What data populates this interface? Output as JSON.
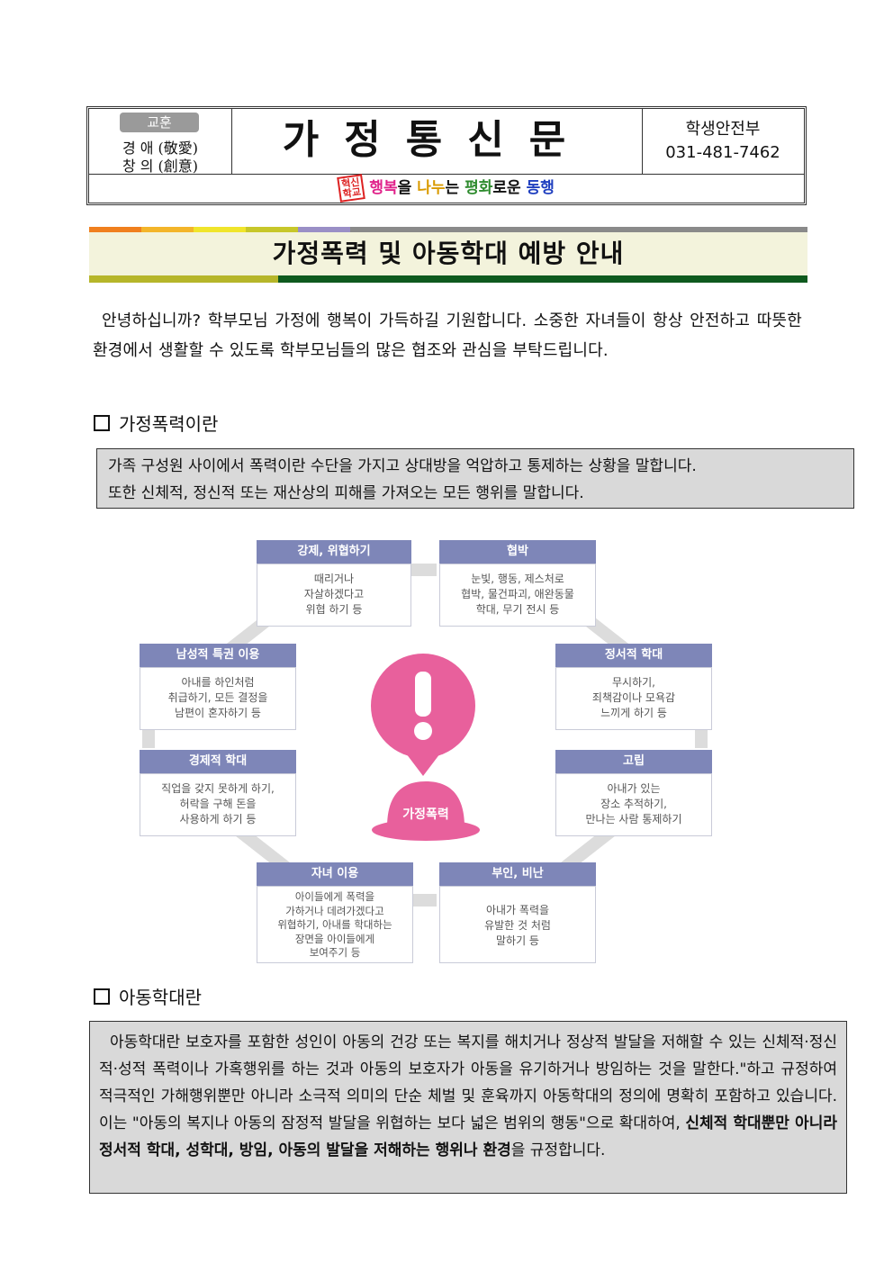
{
  "header": {
    "motto_tag": "교훈",
    "motto_line1": "경 애 (敬愛)",
    "motto_line2": "창 의 (創意)",
    "title": "가정통신문",
    "dept": "학생안전부",
    "phone": "031-481-7462",
    "badge_text_1": "혁신",
    "badge_text_2": "학교",
    "slogan": [
      {
        "text": "행복",
        "color": "#e0218a"
      },
      {
        "text": "을 ",
        "color": "#111111"
      },
      {
        "text": "나누",
        "color": "#d99a00"
      },
      {
        "text": "는 ",
        "color": "#111111"
      },
      {
        "text": "평화",
        "color": "#2e8b2e"
      },
      {
        "text": "로운 ",
        "color": "#111111"
      },
      {
        "text": "동행",
        "color": "#1f3fbf"
      }
    ]
  },
  "page_title": "가정폭력 및 아동학대 예방 안내",
  "title_bar_colors": [
    "#f07f1e",
    "#f3b52a",
    "#f0e52b",
    "#c7c72a",
    "#9a8fc6",
    "#8a8a8a"
  ],
  "title_bar_bottom_colors": [
    "#b6b62a",
    "#0e5a1e"
  ],
  "intro": "안녕하십니까? 학부모님 가정에 행복이 가득하길 기원합니다. 소중한 자녀들이 항상 안전하고 따뜻한 환경에서 생활할 수 있도록 학부모님들의 많은 협조와 관심을 부탁드립니다.",
  "section1": {
    "heading": "가정폭력이란",
    "line1": "가족 구성원 사이에서 폭력이란 수단을 가지고 상대방을 억압하고 통제하는 상황을 말합니다.",
    "line2": "또한 신체적, 정신적 또는 재산상의 피해를 가져오는 모든 행위를 말합니다."
  },
  "diagram": {
    "center_label": "가정폭력",
    "boxes": [
      {
        "title": "강제, 위협하기",
        "body": "때리거나\n자살하겠다고\n위협 하기 등"
      },
      {
        "title": "협박",
        "body": "눈빛, 행동, 제스처로\n협박, 물건파괴, 애완동물\n학대, 무기 전시 등"
      },
      {
        "title": "남성적 특권 이용",
        "body": "아내를 하인처럼\n취급하기, 모든 결정을\n남편이 혼자하기 등"
      },
      {
        "title": "정서적 학대",
        "body": "무시하기,\n죄책감이나 모욕감\n느끼게 하기 등"
      },
      {
        "title": "경제적 학대",
        "body": "직업을 갖지 못하게 하기,\n허락을 구해 돈을\n사용하게 하기 등"
      },
      {
        "title": "고립",
        "body": "아내가 있는\n장소 추적하기,\n만나는 사람 통제하기"
      },
      {
        "title": "자녀 이용",
        "body": "아이들에게 폭력을\n가하거나 데려가겠다고\n위협하기, 아내를 학대하는\n장면을 아이들에게\n보여주기 등"
      },
      {
        "title": "부인, 비난",
        "body": "아내가 폭력을\n유발한 것 처럼\n말하기 등"
      }
    ]
  },
  "section2": {
    "heading": "아동학대란",
    "text_normal": "아동학대란 보호자를 포함한 성인이 아동의 건강 또는 복지를 해치거나 정상적 발달을 저해할 수 있는 신체적·정신적·성적 폭력이나 가혹행위를 하는 것과 아동의 보호자가 아동을 유기하거나 방임하는 것을 말한다.\"하고 규정하여 적극적인 가해행위뿐만 아니라 소극적 의미의 단순 체벌 및 훈육까지 아동학대의 정의에 명확히 포함하고 있습니다. 이는 \"아동의 복지나 아동의 잠정적 발달을 위협하는 보다 넓은 범위의 행동\"으로 확대하여, ",
    "text_bold": "신체적 학대뿐만 아니라 정서적 학대, 성학대, 방임, 아동의 발달을 저해하는 행위나 환경",
    "text_end": "을 규정합니다."
  }
}
